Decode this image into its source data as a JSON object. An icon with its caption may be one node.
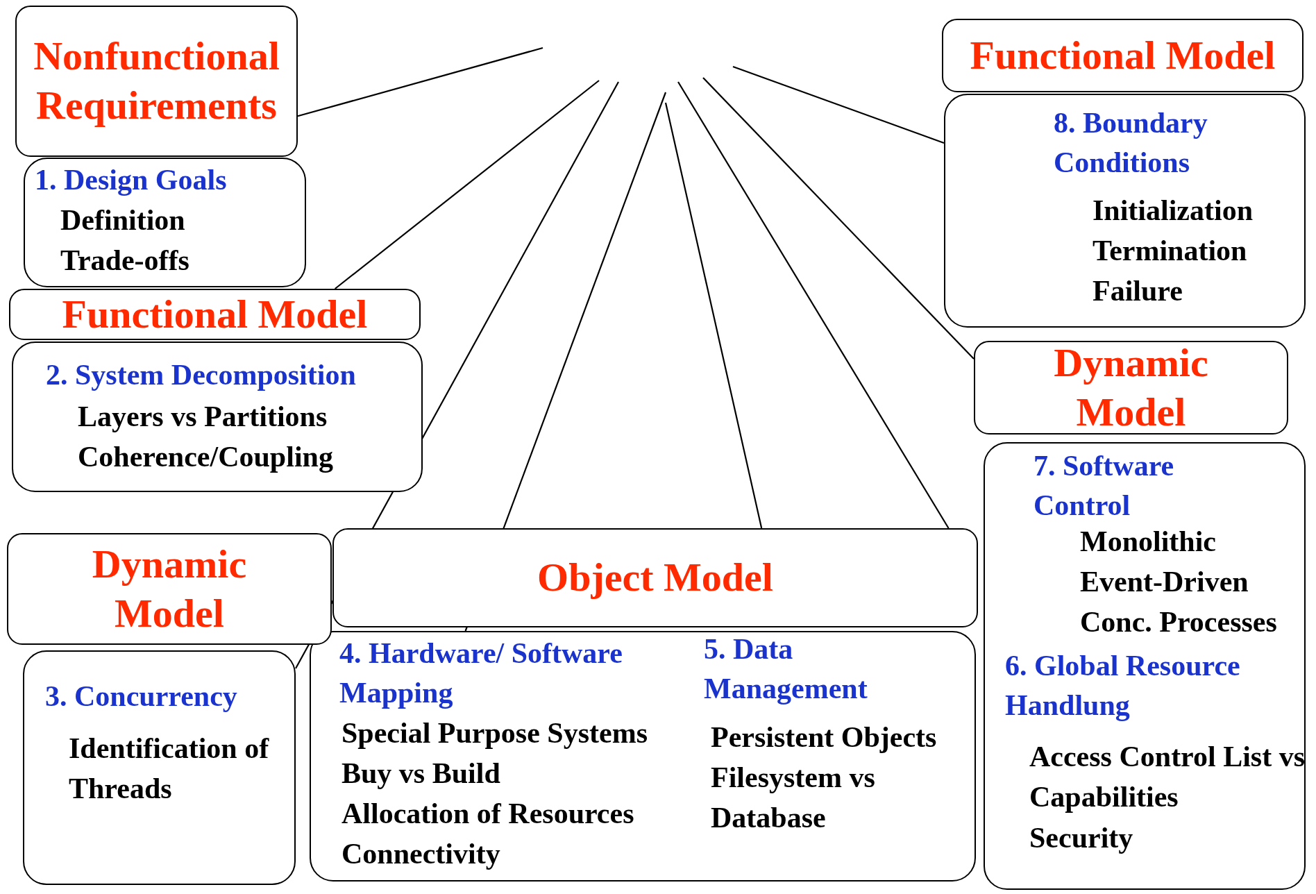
{
  "diagram": {
    "nodes": [
      {
        "text": [
          "Nonfunctional Requirements"
        ]
      },
      {
        "text": [
          "1. Design Goals",
          "Definition",
          "Trade-offs"
        ]
      },
      {
        "text": [
          "Functional Model"
        ]
      },
      {
        "text": [
          "2. System Decomposition",
          "Layers vs Partitions",
          "Coherence/Coupling"
        ]
      },
      {
        "text": [
          "Dynamic Model"
        ]
      },
      {
        "text": [
          "3. Concurrency",
          "Identification of Threads"
        ]
      },
      {
        "text": [
          "Object Model"
        ]
      },
      {
        "text": [
          "4. Hardware/ Software Mapping",
          "Special Purpose Systems",
          "Buy vs Build",
          "Allocation of Resources",
          "Connectivity",
          "5. Data Management",
          "Persistent Objects",
          "Filesystem vs Database"
        ]
      },
      {
        "text": [
          "Functional Model"
        ]
      },
      {
        "text": [
          "8. Boundary Conditions",
          "Initialization",
          "Termination",
          "Failure"
        ]
      },
      {
        "text": [
          "Dynamic Model"
        ]
      },
      {
        "text": [
          "7. Software Control",
          "Monolithic",
          "Event-Driven",
          "Conc. Processes",
          "6. Global Resource Handlung",
          "Access Control List vs Capabilities",
          "Security"
        ]
      }
    ],
    "edges": [
      {
        "from": null,
        "to": 0,
        "arrow": "none"
      },
      {
        "from": null,
        "to": 2,
        "arrow": "none"
      },
      {
        "from": null,
        "to": 5,
        "arrow": "none"
      },
      {
        "from": null,
        "to": 7,
        "arrow": "none"
      },
      {
        "from": null,
        "to": 6,
        "arrow": "none"
      },
      {
        "from": null,
        "to": 6,
        "arrow": "none"
      },
      {
        "from": null,
        "to": 10,
        "arrow": "none"
      },
      {
        "from": null,
        "to": 9,
        "arrow": "none"
      }
    ]
  }
}
